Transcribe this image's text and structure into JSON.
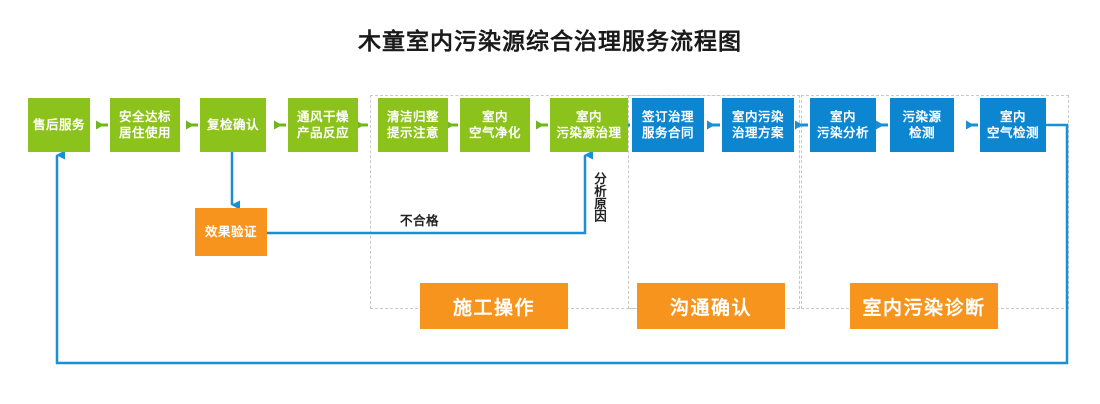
{
  "title": "木童室内污染源综合治理服务流程图",
  "colors": {
    "green": "#8CC21C",
    "blue": "#0D86D1",
    "orange": "#F7941D",
    "dashed_border": "#c9c9c9",
    "connector": "#1B8FD4",
    "title_text": "#1a1a1a"
  },
  "nodes": {
    "after_sales_service": "售后服务",
    "safety_standard_occupancy": "安全达标\n居住使用",
    "recheck_confirm": "复检确认",
    "ventilation_drying_reaction": "通风干燥\n产品反应",
    "cleanup_notice": "清洁归整\n提示注意",
    "indoor_air_purification": "室内\n空气净化",
    "indoor_pollution_source_treatment": "室内\n污染源治理",
    "sign_treatment_service_contract": "签订治理\n服务合同",
    "indoor_pollution_treatment_plan": "室内污染\n治理方案",
    "indoor_pollution_analysis": "室内\n污染分析",
    "pollution_source_detection": "污染源\n检测",
    "indoor_air_detection": "室内\n空气检测",
    "effect_verification": "效果验证"
  },
  "banners": {
    "construction_operation": "施工操作",
    "communication_confirmation": "沟通确认",
    "indoor_pollution_diagnosis": "室内污染诊断"
  },
  "edge_labels": {
    "unqualified": "不合格",
    "analyze_reason": "分析原因"
  },
  "flow": {
    "type": "process-flowchart",
    "direction": "right-to-left",
    "stages": [
      {
        "group": "室内污染诊断",
        "steps": [
          "室内空气检测",
          "污染源检测",
          "室内污染分析"
        ]
      },
      {
        "group": "沟通确认",
        "steps": [
          "室内污染治理方案",
          "签订治理服务合同"
        ]
      },
      {
        "group": "施工操作",
        "steps": [
          "室内污染源治理",
          "室内空气净化",
          "清洁归整提示注意"
        ]
      },
      {
        "group": "",
        "steps": [
          "通风干燥产品反应",
          "复检确认",
          "安全达标居住使用",
          "售后服务"
        ]
      }
    ],
    "decision": {
      "from": "复检确认",
      "node": "效果验证",
      "fail_label": "不合格",
      "fail_target": "室内污染源治理",
      "fail_reason_label": "分析原因"
    },
    "feedback_loop": {
      "from": "室内空气检测",
      "to": "售后服务"
    }
  }
}
